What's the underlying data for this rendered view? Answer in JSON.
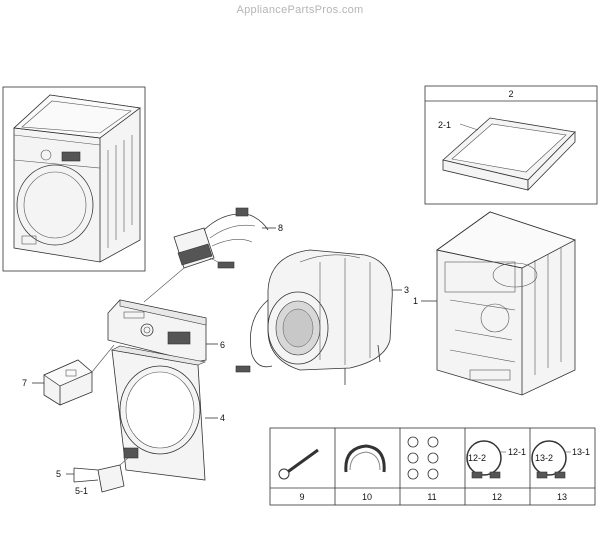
{
  "watermark": "AppliancePartsPros.com",
  "callouts": {
    "c1": "1",
    "c2": "2",
    "c2_1": "2-1",
    "c3": "3",
    "c4": "4",
    "c5": "5",
    "c5_1": "5-1",
    "c6": "6",
    "c7": "7",
    "c8": "8"
  },
  "parts_table": {
    "headers": [
      "9",
      "10",
      "11",
      "12",
      "13"
    ],
    "sub_labels": {
      "p12_1": "12-1",
      "p12_2": "12-2",
      "p13_1": "13-1",
      "p13_2": "13-2"
    }
  }
}
